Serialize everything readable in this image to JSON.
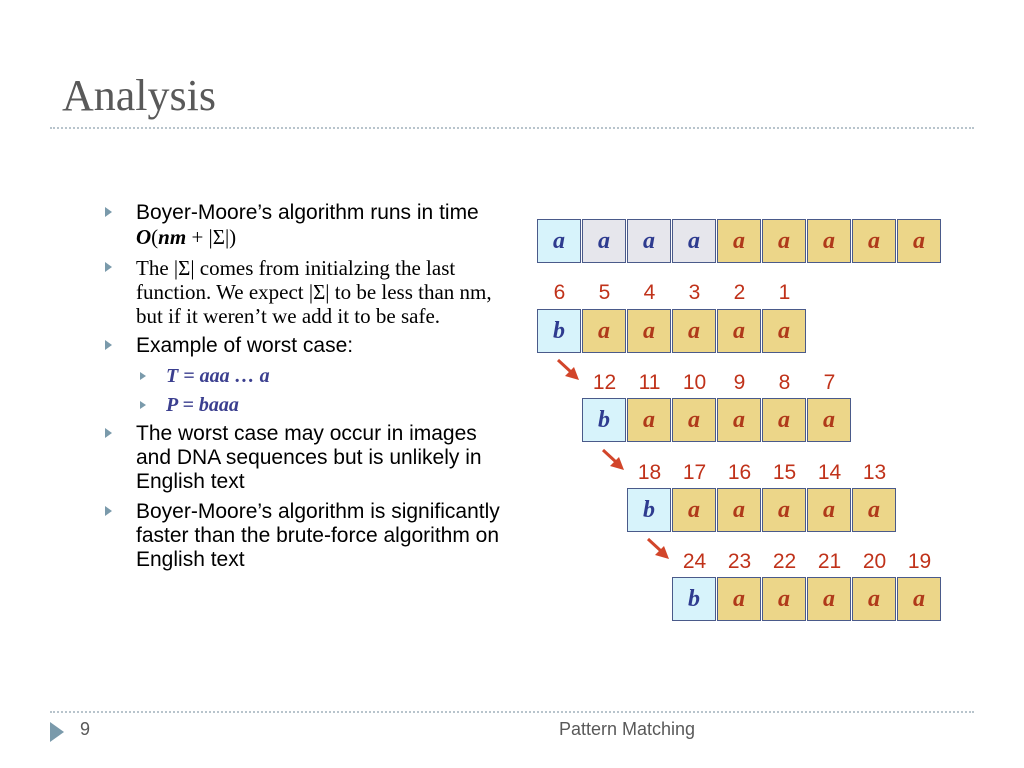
{
  "title": "Analysis",
  "bullets": {
    "b1": {
      "prefix": "Boyer-Moore’s algorithm runs in time ",
      "o": "O",
      "open": "(",
      "nm": "nm",
      "plus": " + |Σ|)"
    },
    "b2": "The |Σ| comes from initialzing the last function.  We expect |Σ| to be less than nm, but if it weren’t we add it to be safe.",
    "b3": "Example of worst case:",
    "sub1": "T = aaa … a",
    "sub2": "P = baaa",
    "b4": "The worst case may occur in images and DNA sequences but is unlikely in English text",
    "b5": "Boyer-Moore’s algorithm is significantly faster than the brute-force algorithm on English text"
  },
  "diagram": {
    "text_row": [
      "a",
      "a",
      "a",
      "a",
      "a",
      "a",
      "a",
      "a",
      "a"
    ],
    "pattern": [
      "b",
      "a",
      "a",
      "a",
      "a",
      "a"
    ],
    "indices": [
      [
        "6",
        "5",
        "4",
        "3",
        "2",
        "1"
      ],
      [
        "12",
        "11",
        "10",
        "9",
        "8",
        "7"
      ],
      [
        "18",
        "17",
        "16",
        "15",
        "14",
        "13"
      ],
      [
        "24",
        "23",
        "22",
        "21",
        "20",
        "19"
      ]
    ],
    "colors": {
      "cell_gray": "#e6e6ec",
      "cell_gold": "#ecd689",
      "cell_cyan": "#d7f3fb",
      "index_red": "#c0321a",
      "arrow_red": "#d2452a"
    }
  },
  "footer": {
    "page": "9",
    "text": "Pattern Matching"
  }
}
